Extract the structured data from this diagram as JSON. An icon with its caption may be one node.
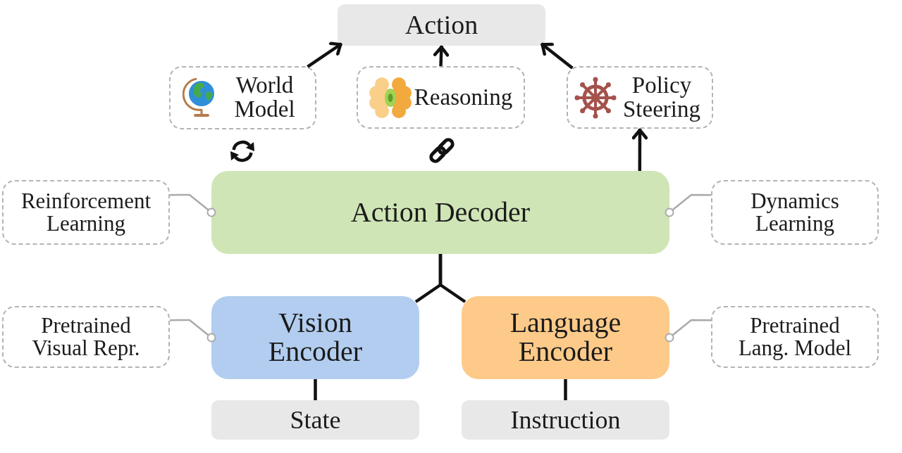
{
  "diagram": {
    "nodes": [
      {
        "text": [
          "Action"
        ]
      },
      {
        "text": [
          "World Model"
        ]
      },
      {
        "text": [
          "Reasoning"
        ]
      },
      {
        "text": [
          "Policy Steering"
        ]
      },
      {
        "text": [
          "Reinforcement Learning"
        ]
      },
      {
        "text": [
          "Action Decoder"
        ]
      },
      {
        "text": [
          "Dynamics Learning"
        ]
      },
      {
        "text": [
          "Pretrained Visual Repr."
        ]
      },
      {
        "text": [
          "Vision Encoder"
        ]
      },
      {
        "text": [
          "Language Encoder"
        ]
      },
      {
        "text": [
          "Pretrained Lang. Model"
        ]
      },
      {
        "text": [
          "State"
        ]
      },
      {
        "text": [
          "Instruction"
        ]
      }
    ],
    "edges": [
      {
        "from": 1,
        "to": 0,
        "arrow": "to"
      },
      {
        "from": 2,
        "to": 0,
        "arrow": "to"
      },
      {
        "from": 3,
        "to": 0,
        "arrow": "to"
      },
      {
        "from": 5,
        "to": 3,
        "arrow": "to"
      },
      {
        "from": 4,
        "to": 5,
        "arrow": "other",
        "color": "#aaaaaa"
      },
      {
        "from": 6,
        "to": 5,
        "arrow": "other",
        "color": "#aaaaaa"
      },
      {
        "from": 8,
        "to": 5,
        "arrow": "none"
      },
      {
        "from": 9,
        "to": 5,
        "arrow": "none"
      },
      {
        "from": 7,
        "to": 8,
        "arrow": "other",
        "color": "#aaaaaa"
      },
      {
        "from": 10,
        "to": 9,
        "arrow": "other",
        "color": "#aaaaaa"
      },
      {
        "from": 11,
        "to": 8,
        "arrow": "none"
      },
      {
        "from": 12,
        "to": 9,
        "arrow": "none"
      }
    ]
  }
}
